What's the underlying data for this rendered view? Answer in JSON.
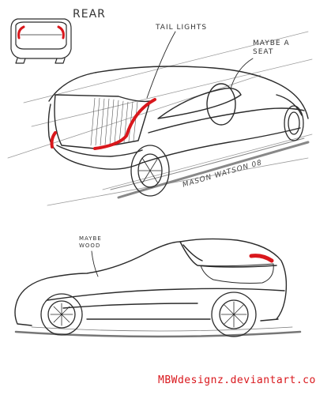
{
  "annotations": {
    "rear": "REAR",
    "tail_lights": "TAIL LIGHTS",
    "maybe_a_seat": "MAYBE A SEAT",
    "maybe_wood": "MAYBE WOOD",
    "signature": "MASON WATSON 08"
  },
  "watermark": "MBWdesignz.deviantart.com",
  "colors": {
    "ink": "#2b2b2b",
    "accent_red": "#d9171c",
    "background": "#ffffff"
  }
}
